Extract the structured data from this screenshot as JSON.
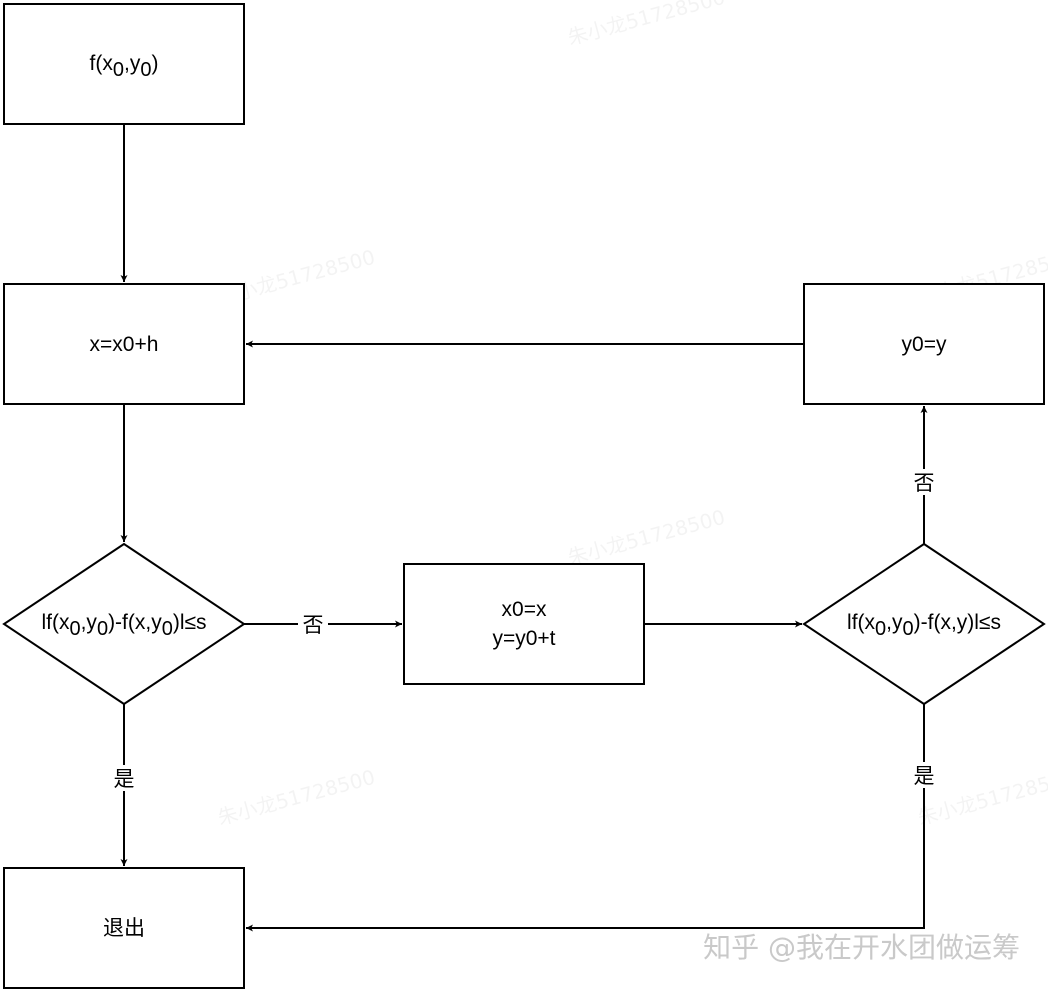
{
  "nodes": {
    "start": {
      "base": "f(x",
      "sub1": "0",
      "mid": ",y",
      "sub2": "0",
      "end": ")"
    },
    "update_x": {
      "text": "x=x0+h"
    },
    "check1": {
      "p1": "lf(x",
      "s1": "0",
      "p2": ",y",
      "s2": "0",
      "p3": ")-f(x,y",
      "s3": "0",
      "p4": ")l≤s"
    },
    "assign": {
      "line1": "x0=x",
      "line2": "y=y0+t"
    },
    "check2": {
      "p1": "lf(x",
      "s1": "0",
      "p2": ",y",
      "s2": "0",
      "p3": ")-f(x,y)l≤s"
    },
    "update_y": {
      "text": "y0=y"
    },
    "exit": {
      "text": "退出"
    }
  },
  "edges": {
    "check1_no": "否",
    "check1_yes": "是",
    "check2_no": "否",
    "check2_yes": "是"
  },
  "watermark": {
    "text": "朱小龙51728500"
  },
  "footer": {
    "text": "知乎 @我在开水团做运筹"
  },
  "colors": {
    "stroke": "#000000",
    "background": "#ffffff",
    "footer": "#c9c9c9"
  }
}
